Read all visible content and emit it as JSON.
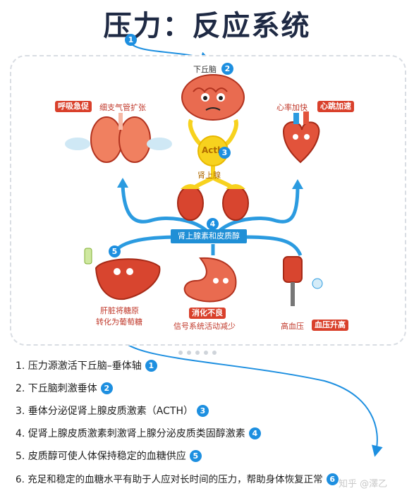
{
  "title": "压力：反应系统",
  "diagram": {
    "hypothalamus": "下丘脑",
    "acth": "Acth",
    "adrenal": "肾上腺",
    "hormones": "肾上腺素和皮质醇",
    "lungs_tag": "呼吸急促",
    "lungs_text": "细支气管扩张",
    "heart_text": "心率加快",
    "heart_tag": "心跳加速",
    "liver_line1": "肝脏将糖原",
    "liver_line2": "转化为葡萄糖",
    "stomach_tag": "消化不良",
    "stomach_text": "信号系统活动减少",
    "bp_text": "高血压",
    "bp_tag": "血压升高"
  },
  "markers": [
    "1",
    "2",
    "3",
    "4",
    "5",
    "6"
  ],
  "steps": [
    "1. 压力源激活下丘脑–垂体轴",
    "2. 下丘脑刺激垂体",
    "3. 垂体分泌促肾上腺皮质激素（ACTH）",
    "4. 促肾上腺皮质激素刺激肾上腺分泌皮质类固醇激素",
    "5. 皮质醇可使人体保持稳定的血糖供应",
    "6. 充足和稳定的血糖水平有助于人应对长时间的压力，帮助身体恢复正常"
  ],
  "watermark": "知乎 @澤乙",
  "colors": {
    "accent_blue": "#1d8fe0",
    "tag_red": "#d9402b",
    "organ_red": "#d8452f",
    "acth_yellow": "#f7d21e"
  }
}
